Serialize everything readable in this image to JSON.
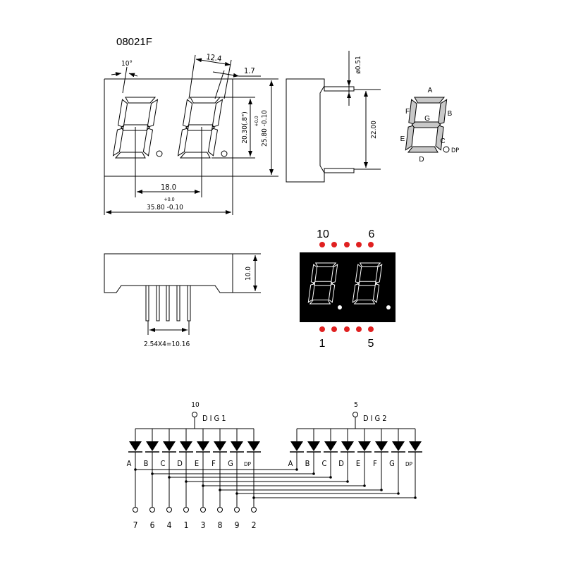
{
  "title": "08021F",
  "front_view": {
    "angle": "10°",
    "digit_width": "12.4",
    "segment_width": "1.7",
    "digit_height": "20.30(.8\")",
    "height_tol_plus": "+0.0",
    "height": "25.80 -0.10",
    "digit_pitch": "18.0",
    "width_tol_plus": "+0.0",
    "width": "35.80 -0.10"
  },
  "side_view": {
    "pin_diameter": "ø0.51",
    "pin_row_spacing": "22.00"
  },
  "bottom_view": {
    "thickness": "10.0",
    "pin_pitch": "2.54X4=10.16"
  },
  "segment_map": {
    "labels": [
      "A",
      "B",
      "C",
      "D",
      "E",
      "F",
      "G",
      "DP"
    ]
  },
  "photo": {
    "top_left_pin": "10",
    "top_right_pin": "6",
    "bottom_left_pin": "1",
    "bottom_right_pin": "5",
    "display_color": "#000000",
    "pin_dot_color": "#e02020"
  },
  "schematic": {
    "dig1": {
      "pin": "10",
      "label": "DIG1"
    },
    "dig2": {
      "pin": "5",
      "label": "DIG2"
    },
    "segments": [
      "A",
      "B",
      "C",
      "D",
      "E",
      "F",
      "G",
      "DP"
    ],
    "pins": [
      "7",
      "6",
      "4",
      "1",
      "3",
      "8",
      "9",
      "2"
    ]
  }
}
